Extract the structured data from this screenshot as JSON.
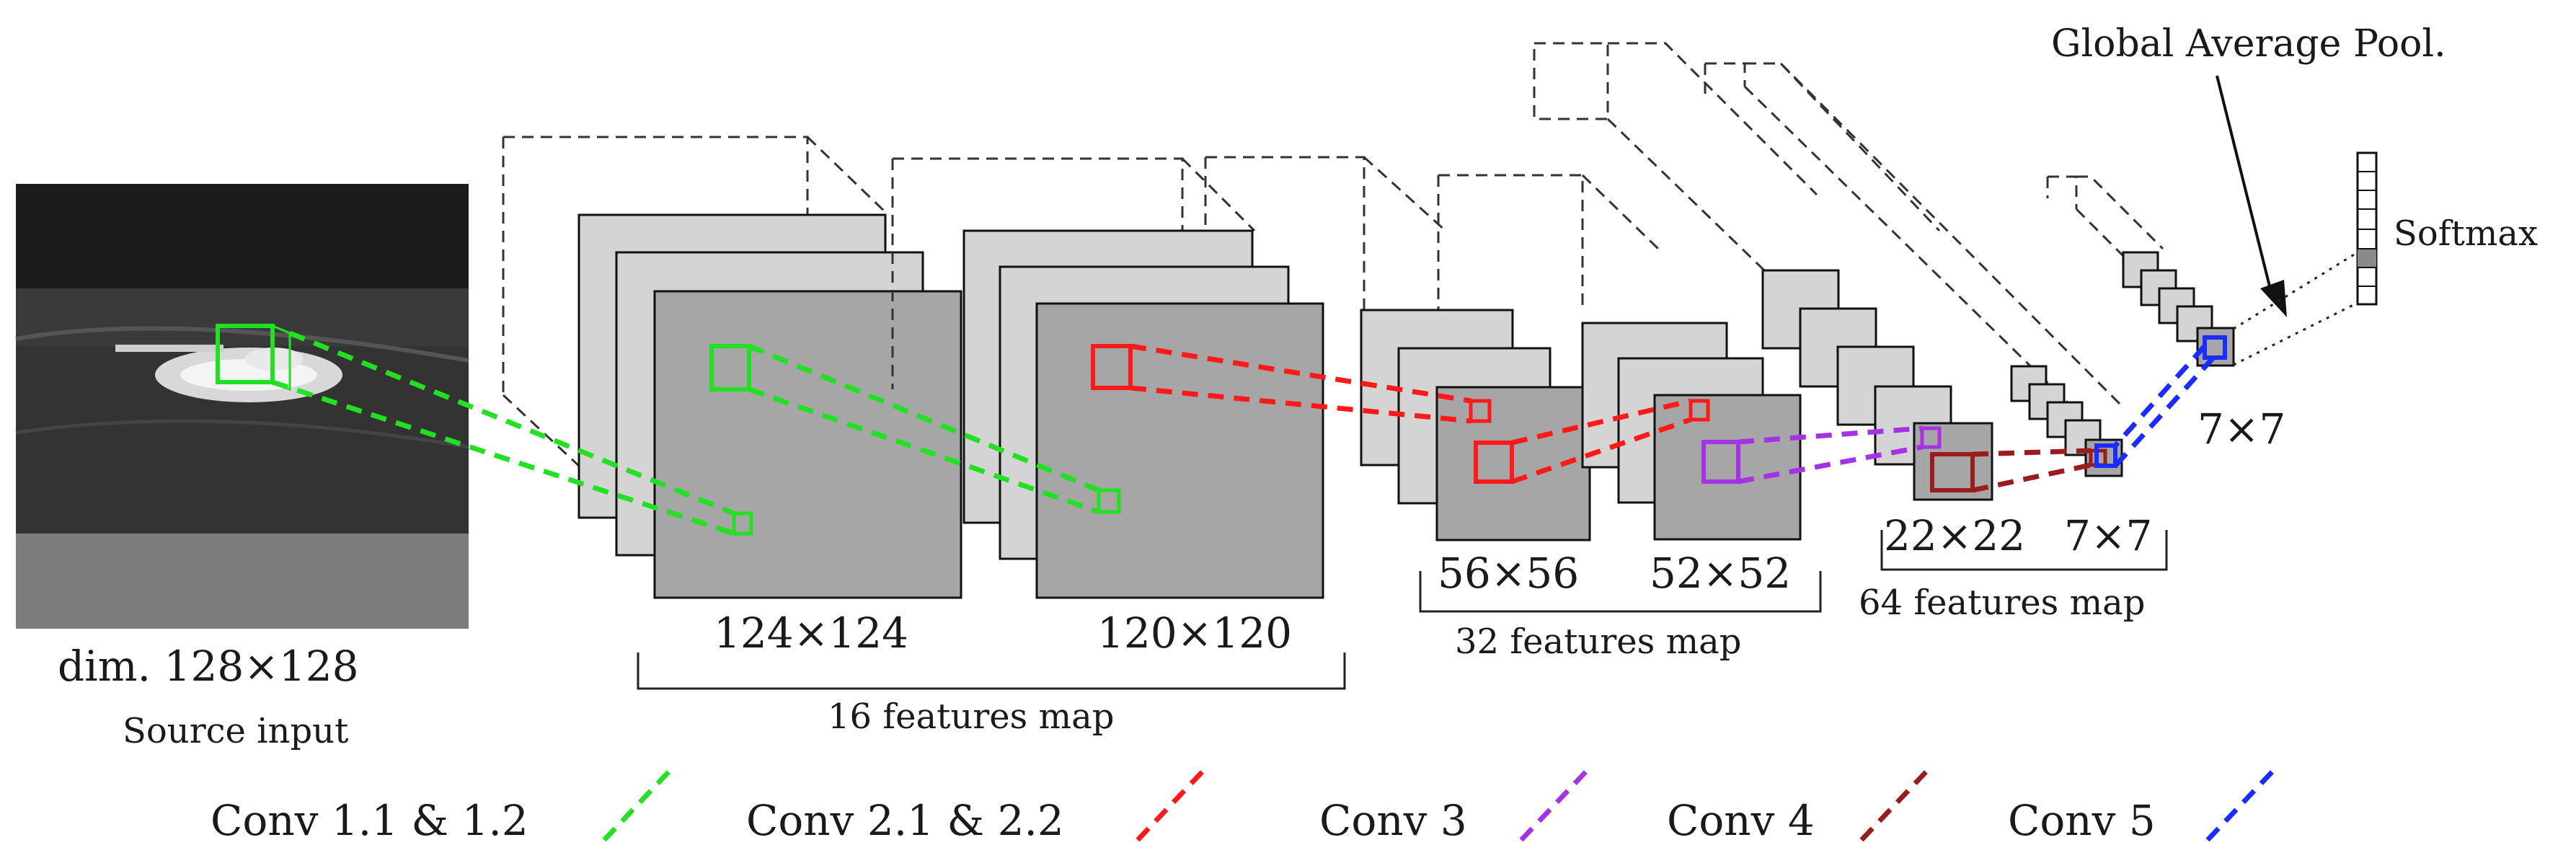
{
  "source": {
    "dim_label": "dim. 128×128",
    "caption": "Source input"
  },
  "stages": [
    {
      "id": "s1",
      "size_label": "124×124"
    },
    {
      "id": "s2",
      "size_label": "120×120"
    },
    {
      "id": "s3",
      "size_label": "56×56"
    },
    {
      "id": "s4",
      "size_label": "52×52"
    },
    {
      "id": "s5",
      "size_label": "22×22"
    },
    {
      "id": "s6",
      "size_label": "7×7"
    },
    {
      "id": "s7",
      "size_label": "7×7"
    }
  ],
  "groups": [
    {
      "label": "16 features map"
    },
    {
      "label": "32 features map"
    },
    {
      "label": "64 features map"
    }
  ],
  "gap_label": "Global Average Pool.",
  "softmax_label": "Softmax",
  "legend": [
    {
      "label": "Conv 1.1 & 1.2",
      "color": "#22e022"
    },
    {
      "label": "Conv 2.1 & 2.2",
      "color": "#ff1a1a"
    },
    {
      "label": "Conv 3",
      "color": "#a533e6"
    },
    {
      "label": "Conv 4",
      "color": "#9b1c1c"
    },
    {
      "label": "Conv 5",
      "color": "#1a2cff"
    }
  ],
  "colors": {
    "conv1": "#22e022",
    "conv2": "#ff1a1a",
    "conv3": "#a533e6",
    "conv4": "#9b1c1c",
    "conv5": "#1a2cff",
    "map_light": "#d4d4d4",
    "map_dark": "#a6a6a6"
  }
}
